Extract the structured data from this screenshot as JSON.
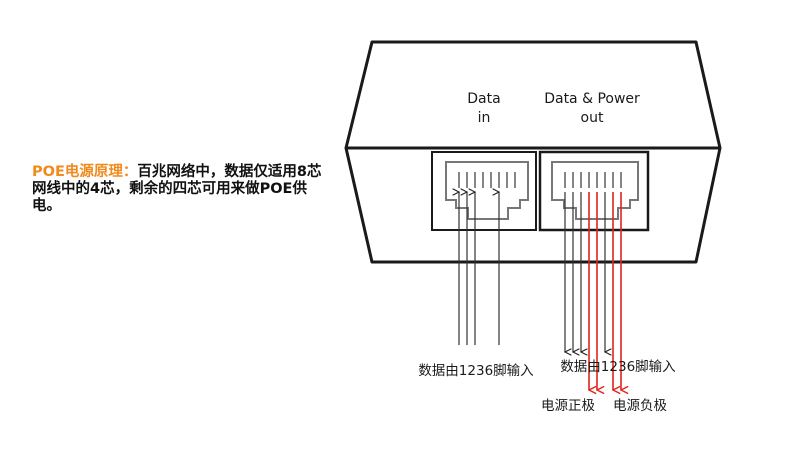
{
  "description": {
    "highlight": "POE电源原理：",
    "body": "百兆网络中，数据仅适用8芯网线中的4芯，剩余的四芯可用来做POE供电。",
    "highlight_color": "#f18a1c"
  },
  "ports": {
    "in": {
      "line1": "Data",
      "line2": "in"
    },
    "out": {
      "line1": "Data & Power",
      "line2": "out"
    }
  },
  "labels": {
    "data_in_pins": "数据由1236脚输入",
    "data_out_pins": "数据由1236脚输入",
    "power_positive": "电源正极",
    "power_negative": "电源负极"
  },
  "colors": {
    "power_line": "#e2231a",
    "line": "#333333"
  }
}
